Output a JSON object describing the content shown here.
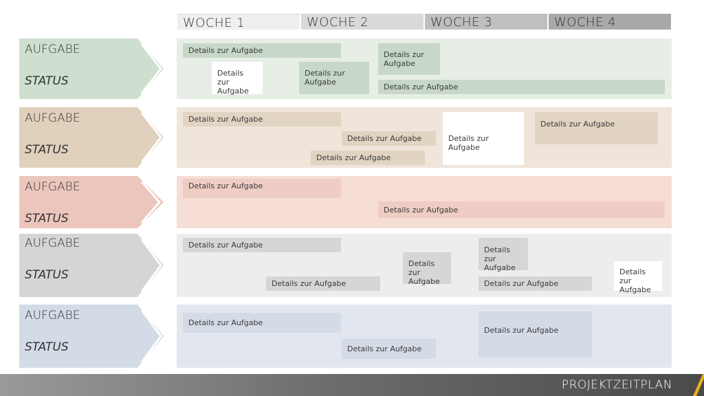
{
  "weeks": [
    "WOCHE 1",
    "WOCHE 2",
    "WOCHE 3",
    "WOCHE 4"
  ],
  "colors": {
    "green_lane": "#e6eee6",
    "green_arrow": "#cfdfcf",
    "green_task": "#c8d8c8",
    "tan_lane": "#efe5da",
    "tan_arrow": "#e0d0bc",
    "tan_task": "#e2d4c2",
    "pink_lane": "#f6ddd6",
    "pink_arrow": "#ecc6bc",
    "pink_task": "#efcdc4",
    "gray_lane": "#ededed",
    "gray_arrow": "#d5d5d5",
    "gray_task": "#d6d6d6",
    "blue_lane": "#e2e7ef",
    "blue_arrow": "#d3dbe7",
    "blue_task": "#d4dbe6",
    "footer_accent": "#e9b21c"
  },
  "rows": [
    {
      "aufgabe": "AUFGABE",
      "status": "STATUS",
      "tasks": [
        "Details zur Aufgabe",
        "Details zur Aufgabe",
        "Details zur Aufgabe",
        "Details zur Aufgabe",
        "Details zur Aufgabe"
      ]
    },
    {
      "aufgabe": "AUFGABE",
      "status": "STATUS",
      "tasks": [
        "Details zur Aufgabe",
        "Details zur Aufgabe",
        "Details zur Aufgabe",
        "Details zur Aufgabe",
        "Details zur Aufgabe"
      ]
    },
    {
      "aufgabe": "AUFGABE",
      "status": "STATUS",
      "tasks": [
        "Details zur Aufgabe",
        "Details zur Aufgabe"
      ]
    },
    {
      "aufgabe": "AUFGABE",
      "status": "STATUS",
      "tasks": [
        "Details zur Aufgabe",
        "Details zur Aufgabe",
        "Details zur Aufgabe",
        "Details zur Aufgabe",
        "Details zur Aufgabe",
        "Details zur Aufgabe"
      ]
    },
    {
      "aufgabe": "AUFGABE",
      "status": "STATUS",
      "tasks": [
        "Details zur Aufgabe",
        "Details zur Aufgabe",
        "Details zur Aufgabe"
      ]
    }
  ],
  "footer": {
    "title": "PROJEKTZEITPLAN"
  }
}
